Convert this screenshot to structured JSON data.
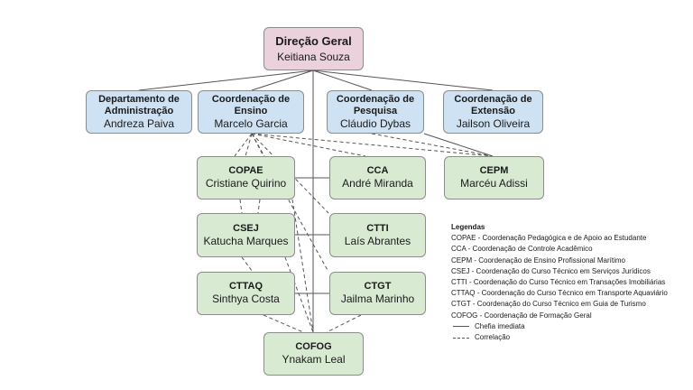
{
  "colors": {
    "top_fill": "#ead1dc",
    "dept_fill": "#cfe2f3",
    "coord_fill": "#d9ead3",
    "border": "#8c8c8c",
    "line": "#555555"
  },
  "nodes": {
    "direcao": {
      "title": "Direção Geral",
      "person": "Keitiana Souza"
    },
    "dep_adm": {
      "title": "Departamento de Administração",
      "person": "Andreza Paiva"
    },
    "coord_ensino": {
      "title": "Coordenação de Ensino",
      "person": "Marcelo Garcia"
    },
    "coord_pesquisa": {
      "title": "Coordenação de Pesquisa",
      "person": "Cláudio Dybas"
    },
    "coord_extensao": {
      "title": "Coordenação de Extensão",
      "person": "Jailson Oliveira"
    },
    "copae": {
      "title": "COPAE",
      "person": "Cristiane Quirino"
    },
    "cca": {
      "title": "CCA",
      "person": "André Miranda"
    },
    "cepm": {
      "title": "CEPM",
      "person": "Marcéu Adissi"
    },
    "csej": {
      "title": "CSEJ",
      "person": "Katucha Marques"
    },
    "ctti": {
      "title": "CTTI",
      "person": "Laís Abrantes"
    },
    "cttaq": {
      "title": "CTTAQ",
      "person": "Sinthya Costa"
    },
    "ctgt": {
      "title": "CTGT",
      "person": "Jailma Marinho"
    },
    "cofog": {
      "title": "COFOG",
      "person": "Ynakam Leal"
    }
  },
  "legend": {
    "heading": "Legendas",
    "entries": [
      "COPAE - Coordenação Pedagógica e de Apoio ao Estudante",
      "CCA - Coordenação de Controle Acadêmico",
      "CEPM - Coordenação de Ensino Profissional Marítimo",
      "CSEJ - Coordenação do Curso Técnico em Serviços Jurídicos",
      "CTTI - Coordenação do Curso Técnico em Transações Imobiliárias",
      "CTTAQ - Coordenação do Curso Técnico em Transporte Aquaviário",
      "CTGT - Coordenação do Curso Técnico em Guia de Turismo",
      "COFOG -  Coordenação de Formação Geral"
    ],
    "solid_label": "Chefia imediata",
    "dashed_label": "Correlação"
  }
}
